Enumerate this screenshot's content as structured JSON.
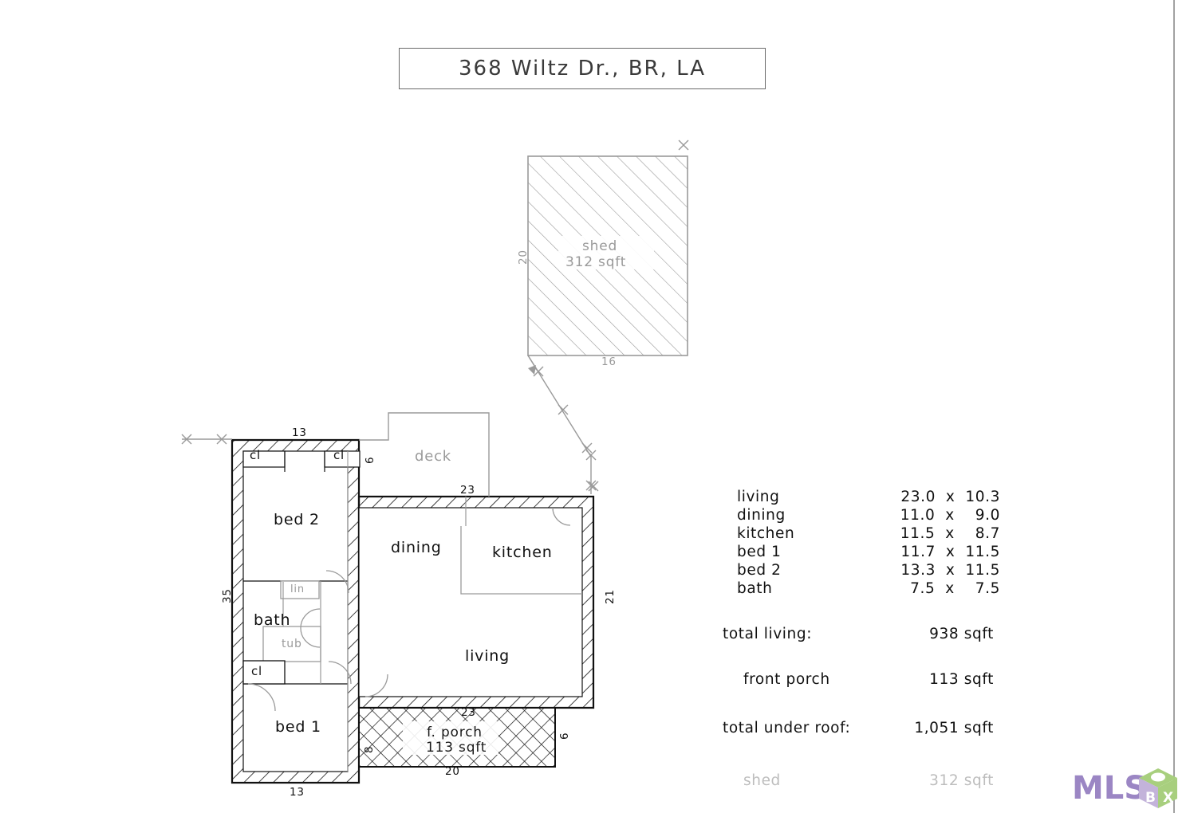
{
  "page": {
    "title": "368 Wiltz Dr., BR, LA",
    "background": "#ffffff",
    "line_color": "#222222",
    "gray_color": "#9a9a9a"
  },
  "schedule": {
    "rows": [
      {
        "name": "living",
        "dims": "23.0  x  10.3"
      },
      {
        "name": "dining",
        "dims": "11.0  x    9.0"
      },
      {
        "name": "kitchen",
        "dims": "11.5  x    8.7"
      },
      {
        "name": "bed 1",
        "dims": "11.7  x  11.5"
      },
      {
        "name": "bed 2",
        "dims": "13.3  x  11.5"
      },
      {
        "name": "bath",
        "dims": "  7.5  x    7.5"
      }
    ]
  },
  "totals": [
    {
      "label": "total living:",
      "value": "938 sqft",
      "muted": false
    },
    {
      "label": "front porch",
      "value": "113 sqft",
      "muted": false
    },
    {
      "label": "total under roof:",
      "value": "1,051 sqft",
      "muted": false
    },
    {
      "label": "shed",
      "value": "312 sqft",
      "muted": true
    }
  ],
  "plan": {
    "rooms": {
      "bed2": "bed 2",
      "bed1": "bed 1",
      "bath": "bath",
      "dining": "dining",
      "kitchen": "kitchen",
      "living": "living",
      "deck": "deck",
      "shed_name": "shed",
      "shed_area": "312 sqft",
      "porch_name": "f. porch",
      "porch_area": "113 sqft",
      "closet1": "cl",
      "closet2": "cl",
      "closet3": "cl",
      "linen": "lin",
      "tub": "tub"
    },
    "dimensions": {
      "shed_height": "20",
      "shed_width": "16",
      "bed2_top": "13",
      "deck_side": "6",
      "deck_bottom": "23",
      "west_wall": "35",
      "east_wall": "21",
      "bed1_bottom": "13",
      "porch_top": "23",
      "porch_left": "8",
      "porch_right": "6",
      "porch_bottom": "20"
    }
  },
  "logo": {
    "text": "MLS",
    "cube_letters": [
      "B",
      "X"
    ],
    "purple": "#9b86c4",
    "green": "#a8cf7e"
  }
}
